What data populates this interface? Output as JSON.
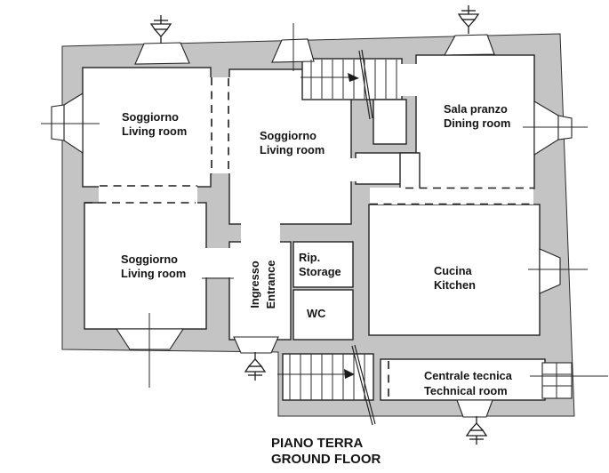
{
  "plan": {
    "type": "floor-plan",
    "caption": {
      "it": "PIANO TERRA",
      "en": "GROUND FLOOR"
    },
    "rooms": {
      "living1": {
        "it": "Soggiorno",
        "en": "Living room"
      },
      "living2": {
        "it": "Soggiorno",
        "en": "Living room"
      },
      "living3": {
        "it": "Soggiorno",
        "en": "Living room"
      },
      "dining": {
        "it": "Sala pranzo",
        "en": "Dining room"
      },
      "entrance": {
        "it": "Ingresso",
        "en": "Entrance"
      },
      "storage": {
        "it": "Rip.",
        "en": "Storage"
      },
      "wc": {
        "it": "WC"
      },
      "kitchen": {
        "it": "Cucina",
        "en": "Kitchen"
      },
      "technical": {
        "it": "Centrale tecnica",
        "en": "Technical room"
      }
    },
    "colors": {
      "wall": "#c4c4c4",
      "line": "#232323",
      "paper": "#ffffff"
    }
  }
}
